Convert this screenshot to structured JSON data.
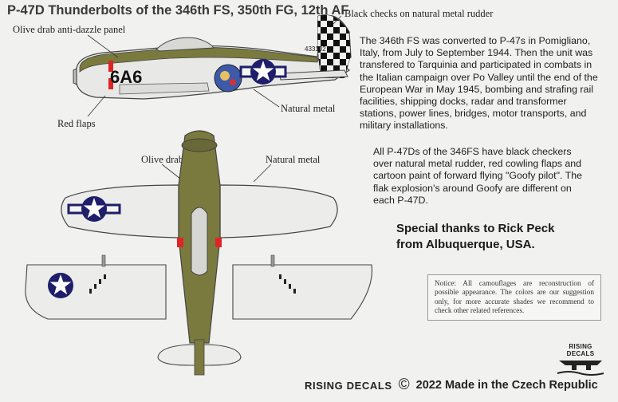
{
  "title": "P-47D Thunderbolts of the 346th FS, 350th FG, 12th AF",
  "labels": {
    "anti_dazzle": "Olive drab anti-dazzle panel",
    "rudder": "Black checks on natural metal rudder",
    "red_flaps": "Red flaps",
    "natural_metal_side": "Natural metal",
    "olive_drab": "Olive drab",
    "natural_metal_top": "Natural metal"
  },
  "aircraft": {
    "code": "6A6",
    "serial": "433102"
  },
  "text": {
    "history": "The 346th FS was converted to P-47s in Pomigliano, Italy, from July to September 1944. Then the unit was transfered to Tarquinia and participated in combats in the Italian campaign over Po Valley until the end of the European War in May 1945, bombing and strafing rail facilities, shipping docks, radar and transformer stations, power lines, bridges, motor transports, and military installations.",
    "markings": "All P-47Ds of the 346FS have black checkers over natural metal rudder, red cowling flaps and cartoon paint of forward flying \"Goofy pilot\". The flak explosion's around Goofy are different on each P-47D.",
    "thanks_line1": "Special thanks to Rick Peck",
    "thanks_line2": "from Albuquerque, USA.",
    "notice": "Notice: All camouflages are reconstruction of possible appearance. The colors are our suggestion only, for more accurate shades we recommend to check other related references."
  },
  "footer": {
    "brand": "RISING DECALS",
    "copyright_symbol": "©",
    "year_and_origin": "2022  Made in the Czech Republic"
  },
  "logo": {
    "text": "RISING DECALS"
  },
  "colors": {
    "olive_drab": "#7a7a3e",
    "natural_metal": "#ececea",
    "red": "#e02424",
    "insignia_blue": "#1e1e6a"
  }
}
